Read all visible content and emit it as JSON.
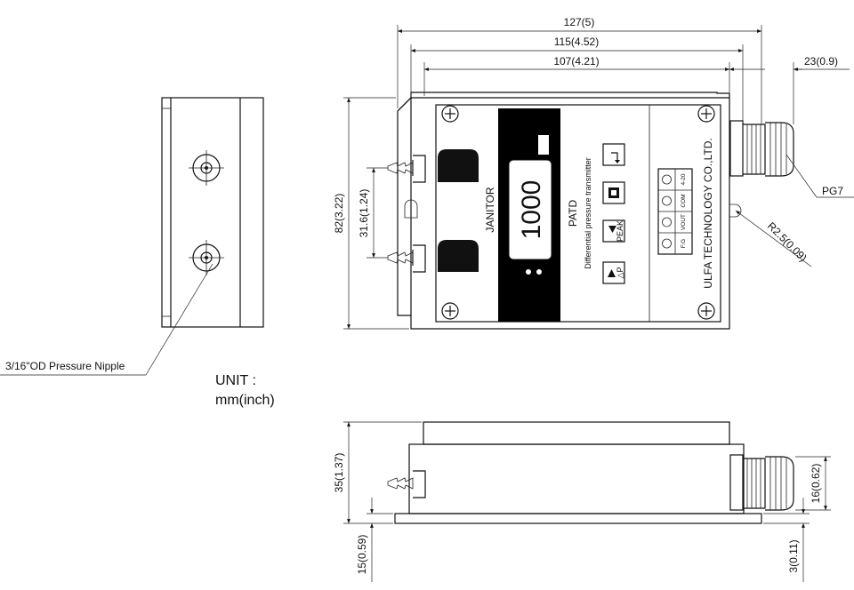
{
  "dimensions": {
    "overall_width": "127(5)",
    "body_width": "115(4.52)",
    "inner_width": "107(4.21)",
    "gland_length": "23(0.9)",
    "height": "82(3.22)",
    "port_spacing": "31.6(1.24)",
    "radius": "R2.5(0.09)",
    "depth": "35(1.37)",
    "flange_height": "15(0.59)",
    "gland_height": "16(0.62)",
    "base_offset": "3(0.11)"
  },
  "callouts": {
    "gland": "PG7",
    "nipple": "3/16\"OD Pressure Nipple"
  },
  "unit": {
    "label": "UNIT :",
    "value": "mm(inch)"
  },
  "device": {
    "brand": "JANITOR",
    "display": "1000",
    "model": "PATD",
    "description": "Differential pressure transmitter",
    "maker": "ULFA TECHNOLOGY CO.,LTD.",
    "peak_key": "PEAK",
    "dp_key": "△P",
    "terminals": [
      "F.G",
      "VOUT",
      "COM",
      "4-20"
    ]
  }
}
